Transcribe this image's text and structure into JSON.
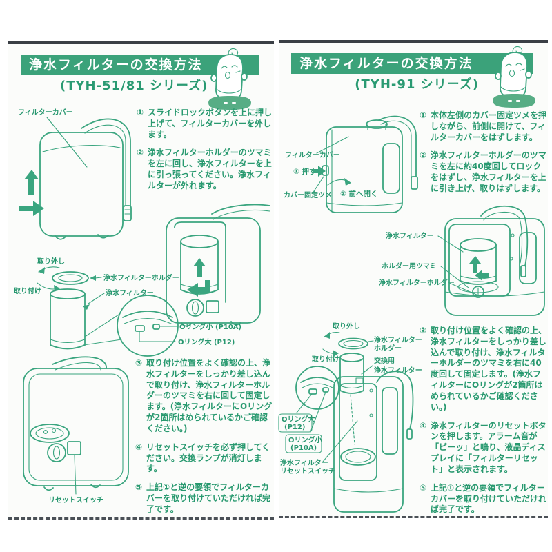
{
  "colors": {
    "header_green": "#3ba27a",
    "text_green": "#28996f",
    "line_green": "#3aa57f",
    "page_background": "#fbfcfa"
  },
  "left_page": {
    "title": "浄水フィルターの交換方法",
    "series": "(TYH-51/81 シリーズ)",
    "steps": [
      {
        "num": "①",
        "text": "スライドロックボタンを上に押し上げて、フィルターカバーを外します。"
      },
      {
        "num": "②",
        "text": "浄水フィルターホルダーのツマミを左に回し、浄水フィルターを上に引っ張ってください。浄水フィルターが外れます。"
      },
      {
        "num": "③",
        "text": "取り付け位置をよく確認の上、浄水フィルターをしっかり差し込んで取り付け、浄水フィルターホルダーのツマミを右に回して固定します。(浄水フィルターにOリングが2箇所はめられているかご確認ください。)"
      },
      {
        "num": "④",
        "text": "リセットスイッチを必ず押してください。交換ランプが消灯します。"
      },
      {
        "num": "⑤",
        "text": "上記①と逆の要領でフィルターカバーを取り付けていただければ完了です。"
      }
    ],
    "labels": {
      "filter_cover": "フィルターカバー",
      "remove": "取り外し",
      "attach": "取り付け",
      "holder": "浄水フィルターホルダー",
      "filter": "浄水フィルター",
      "oring_small": "Oリング小 (P10A)",
      "oring_large": "Oリング大 (P12)",
      "reset_switch": "リセットスイッチ"
    }
  },
  "right_page": {
    "title": "浄水フィルターの交換方法",
    "series": "(TYH-91 シリーズ)",
    "steps": [
      {
        "num": "①",
        "text": "本体左側のカバー固定ツメを押しながら、前側に開けて、フィルターカバーをはずします。"
      },
      {
        "num": "②",
        "text": "浄水フィルターホルダーのツマミを左に約40度回してロックをはずし、浄水フィルターを上に引き上げ、取りはずします。"
      },
      {
        "num": "③",
        "text": "取り付け位置をよく確認の上、浄水フィルターをしっかり差し込んで取り付け、浄水フィルターホルダーのツマミを右に40度回して固定します。(浄水フィルターにOリングが2箇所はめられているかご確認ください。)"
      },
      {
        "num": "④",
        "text": "浄水フィルターのリセットボタンを押します。アラーム音が「ピーッ」と鳴り、液晶ディスプレイに「フィルターリセット」と表示されます。"
      },
      {
        "num": "⑤",
        "text": "上記①と逆の要領でフィルターカバーを取り付けていただければ完了です。"
      }
    ],
    "labels": {
      "filter_cover": "フィルターカバー",
      "press": "① 押す",
      "cover_tab": "カバー固定ツメ",
      "open_forward": "② 前へ開く",
      "filter": "浄水フィルター",
      "holder_knob": "ホルダー用ツマミ",
      "holder": "浄水フィルターホルダー",
      "remove": "取り外し",
      "attach": "取り付け",
      "holder2_l1": "浄水フィルター",
      "holder2_l2": "ホルダー",
      "replacement_l1": "交換用",
      "replacement_l2": "浄水フィルター",
      "oring_large_l1": "Oリング大",
      "oring_large_l2": "(P12)",
      "oring_small_l1": "Oリング小",
      "oring_small_l2": "(P10A)",
      "reset_l1": "浄水フィルター",
      "reset_l2": "リセットスイッチ"
    }
  }
}
